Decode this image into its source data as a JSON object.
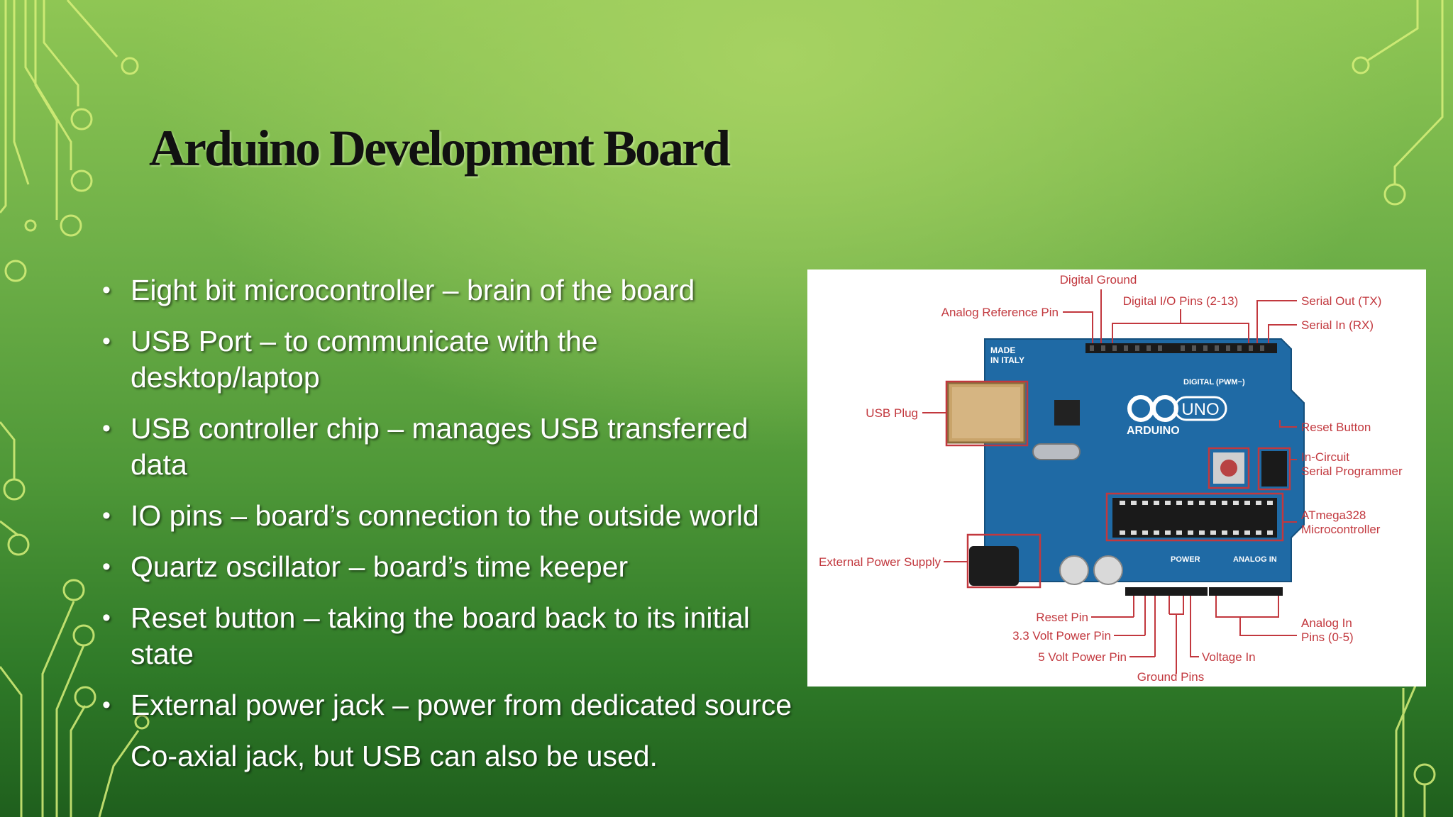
{
  "slide": {
    "title": "Arduino Development Board",
    "bullets": [
      "Eight bit microcontroller – brain of the board",
      "USB Port – to communicate with the desktop/laptop",
      "USB controller chip – manages USB transferred data",
      "IO pins – board’s connection to the outside world",
      "Quartz oscillator – board’s time keeper",
      "Reset button – taking the board back to its initial state",
      "External power jack – power from dedicated source",
      "Co-axial jack, but USB can also be used."
    ]
  },
  "diagram": {
    "labels": {
      "digital_ground": "Digital Ground",
      "analog_reference_pin": "Analog Reference Pin",
      "digital_io_pins": "Digital I/O Pins (2-13)",
      "serial_out": "Serial Out (TX)",
      "serial_in": "Serial In (RX)",
      "usb_plug": "USB Plug",
      "reset_button": "Reset Button",
      "icsp_line1": "In-Circuit",
      "icsp_line2": "Serial Programmer",
      "mcu_line1": "ATmega328",
      "mcu_line2": "Microcontroller",
      "external_power_supply": "External Power Supply",
      "reset_pin": "Reset Pin",
      "power_3v3": "3.3 Volt Power Pin",
      "power_5v": "5 Volt Power Pin",
      "ground_pins": "Ground Pins",
      "voltage_in": "Voltage In",
      "analog_in_line1": "Analog In",
      "analog_in_line2": "Pins (0-5)"
    },
    "board_markings": {
      "made_in_line1": "MADE",
      "made_in_line2": "IN ITALY",
      "brand": "ARDUINO",
      "model": "UNO",
      "digital": "DIGITAL (PWM~)",
      "power": "POWER",
      "analog_in": "ANALOG IN"
    }
  },
  "colors": {
    "label_red": "#c2383e",
    "board_blue": "#1f6aa5",
    "title_black": "#111111"
  }
}
